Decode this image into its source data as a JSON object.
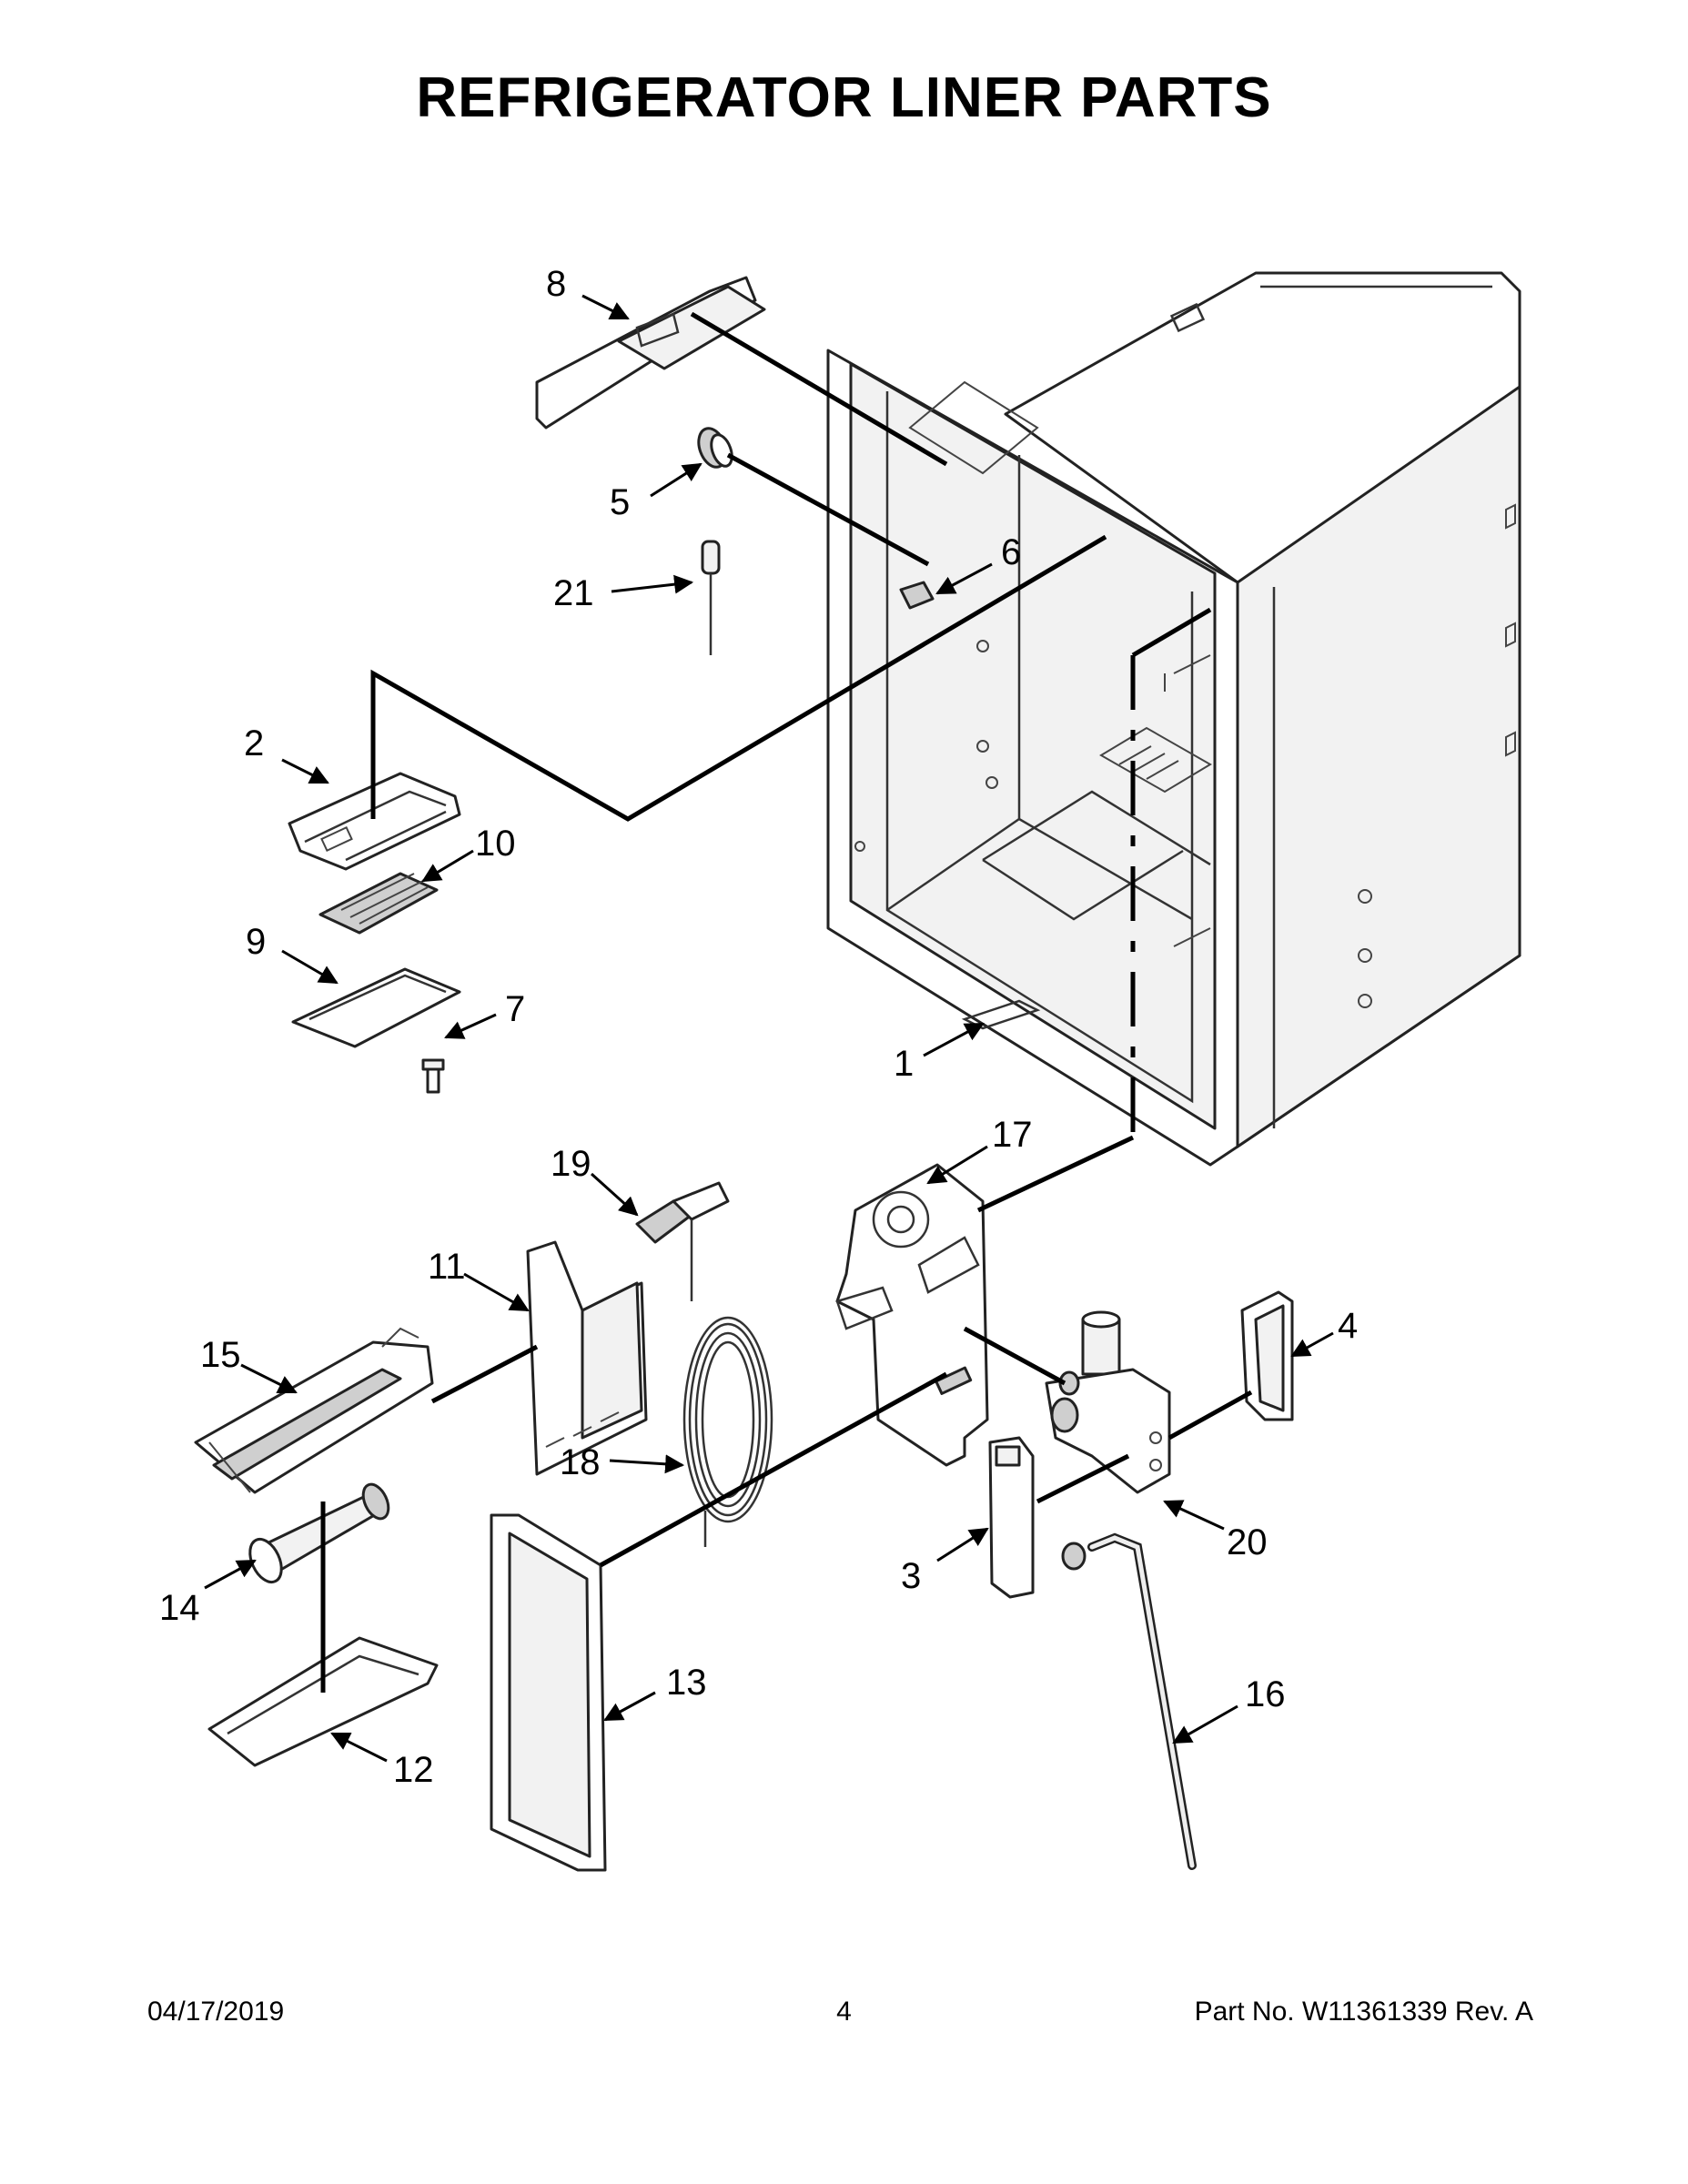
{
  "title": "REFRIGERATOR LINER PARTS",
  "footer": {
    "date": "04/17/2019",
    "page": "4",
    "part_no": "Part No.  W11361339  Rev.  A"
  },
  "callouts": {
    "p1": "1",
    "p2": "2",
    "p3": "3",
    "p4": "4",
    "p5": "5",
    "p6": "6",
    "p7": "7",
    "p8": "8",
    "p9": "9",
    "p10": "10",
    "p11": "11",
    "p12": "12",
    "p13": "13",
    "p14": "14",
    "p15": "15",
    "p16": "16",
    "p17": "17",
    "p18": "18",
    "p19": "19",
    "p20": "20",
    "p21": "21"
  }
}
